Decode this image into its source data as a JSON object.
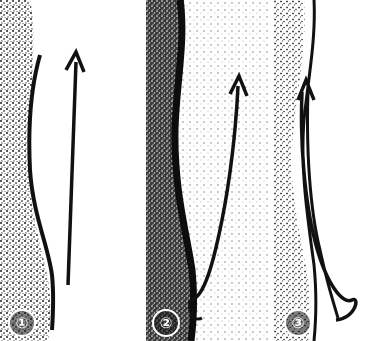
{
  "figure": {
    "corner_mark": "2",
    "steps": [
      {
        "label": "①",
        "description_icon": "straight-up-arrow-icon"
      },
      {
        "label": "②",
        "description_icon": "curved-up-arrow-icon"
      },
      {
        "label": "③",
        "description_icon": "loop-up-arrow-icon"
      }
    ],
    "colors": {
      "ink": "#111111",
      "speckle": "#2a2a2a",
      "background": "#ffffff"
    }
  }
}
